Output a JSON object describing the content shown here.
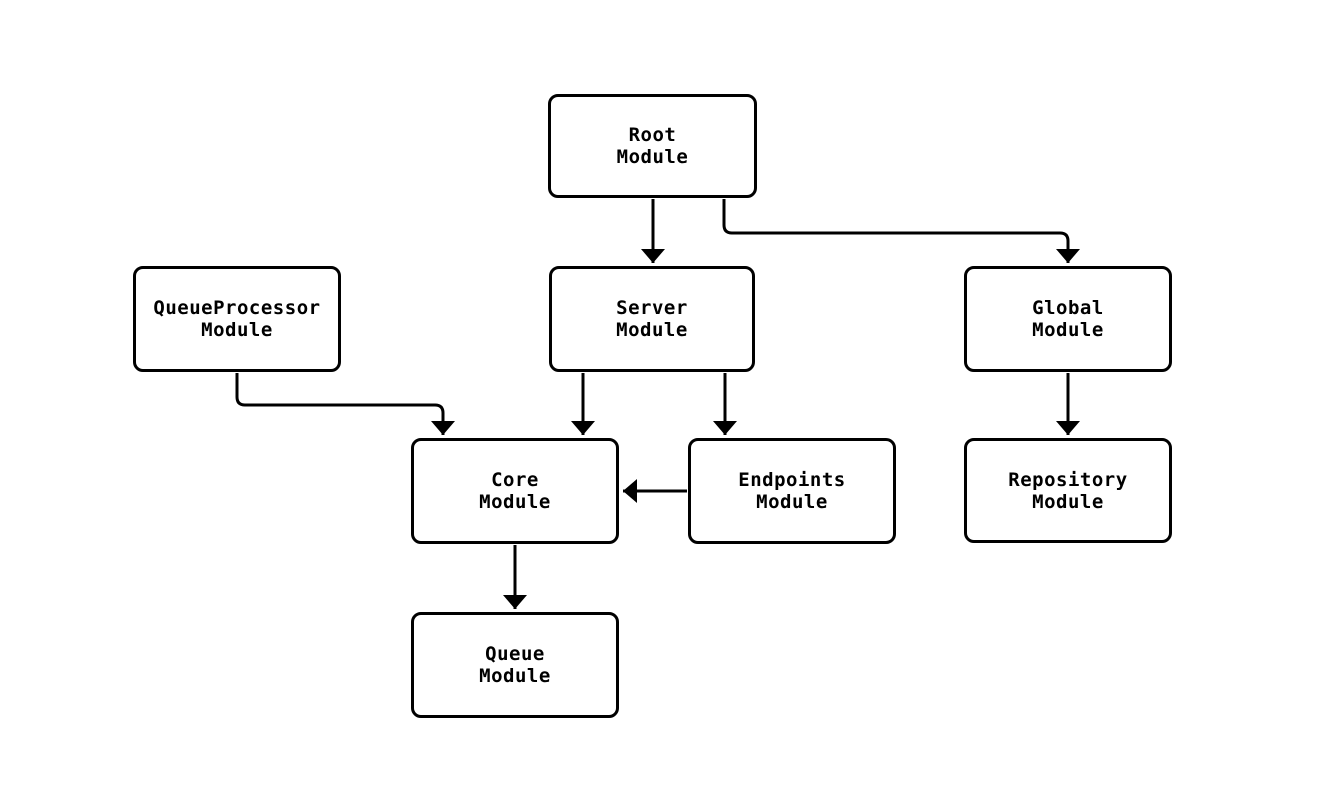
{
  "diagram": {
    "title": "module-dependency-diagram",
    "background_color": "#ffffff",
    "stroke_color": "#000000",
    "text_color": "#000000",
    "nodes": {
      "root": {
        "label": "Root\nModule"
      },
      "queue_processor": {
        "label": "QueueProcessor\nModule"
      },
      "server": {
        "label": "Server\nModule"
      },
      "global": {
        "label": "Global\nModule"
      },
      "core": {
        "label": "Core\nModule"
      },
      "endpoints": {
        "label": "Endpoints\nModule"
      },
      "repository": {
        "label": "Repository\nModule"
      },
      "queue": {
        "label": "Queue\nModule"
      }
    },
    "edges": [
      {
        "from": "Root Module",
        "to": "Server Module"
      },
      {
        "from": "Root Module",
        "to": "Global Module"
      },
      {
        "from": "QueueProcessor Module",
        "to": "Core Module"
      },
      {
        "from": "Server Module",
        "to": "Core Module"
      },
      {
        "from": "Server Module",
        "to": "Endpoints Module"
      },
      {
        "from": "Endpoints Module",
        "to": "Core Module"
      },
      {
        "from": "Global Module",
        "to": "Repository Module"
      },
      {
        "from": "Core Module",
        "to": "Queue Module"
      }
    ]
  }
}
